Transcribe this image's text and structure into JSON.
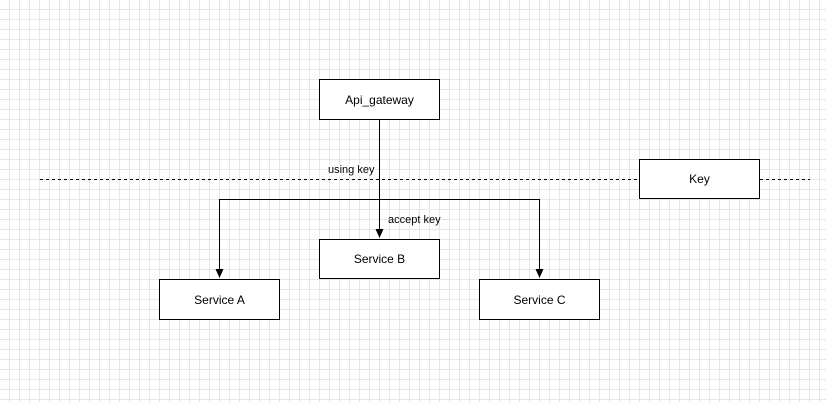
{
  "diagram": {
    "nodes": {
      "api_gateway": "Api_gateway",
      "key": "Key",
      "service_a": "Service A",
      "service_b": "Service B",
      "service_c": "Service C"
    },
    "edge_labels": {
      "using_key": "using key",
      "accept_key": "accept key"
    },
    "colors": {
      "grid": "#e6e6e6",
      "stroke": "#000000",
      "fill": "#ffffff"
    }
  }
}
